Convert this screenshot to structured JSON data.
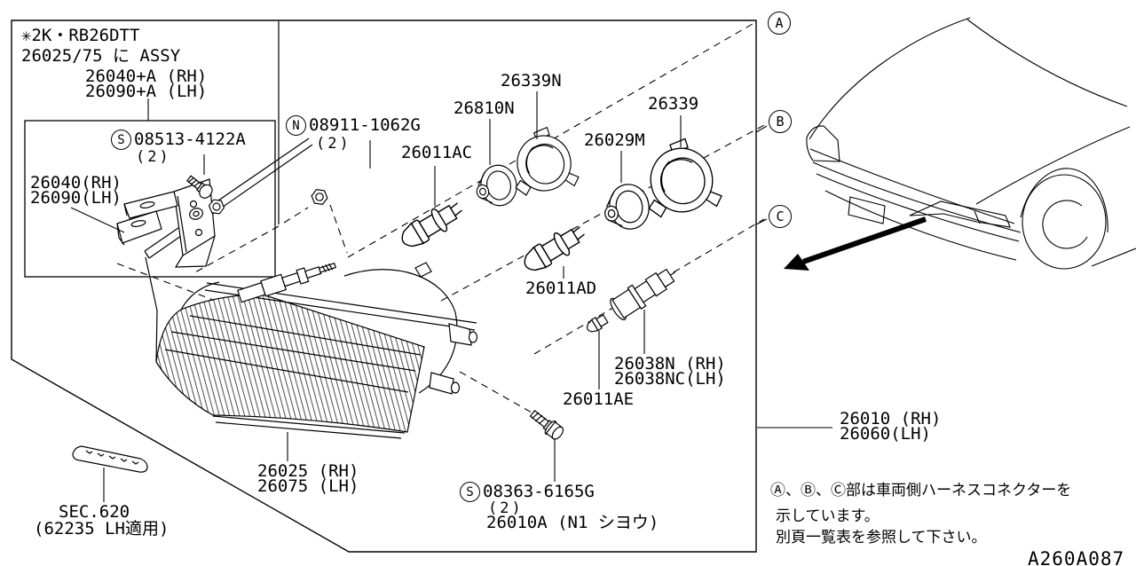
{
  "page": {
    "code": "A260A087"
  },
  "header": {
    "line1": "✳2K・RB26DTT",
    "line2": "26025/75 に ASSY",
    "assy_rh": "26040+A (RH)",
    "assy_lh": "26090+A (LH)"
  },
  "bracket_box": {
    "screw_sym": "S",
    "screw_no": "08513-4122A",
    "screw_qty": "(2)",
    "part_rh": "26040(RH)",
    "part_lh": "26090(LH)"
  },
  "nut": {
    "sym": "N",
    "no": "08911-1062G",
    "qty": "(2)"
  },
  "parts": {
    "p26011ac": "26011AC",
    "p26810n": "26810N",
    "p26339n": "26339N",
    "p26029m": "26029M",
    "p26339": "26339",
    "p26011ad": "26011AD",
    "p26038n_rh": "26038N (RH)",
    "p26038nc_lh": "26038NC(LH)",
    "p26011ae": "26011AE"
  },
  "lamp_screw": {
    "sym": "S",
    "no": "08363-6165G",
    "qty": "(2)",
    "usage": "26010A (N1 シヨウ)"
  },
  "lens": {
    "rh": "26025 (RH)",
    "lh": "26075 (LH)"
  },
  "sec": {
    "line1": "SEC.620",
    "line2": "(62235 LH適用)"
  },
  "assembly": {
    "rh": "26010 (RH)",
    "lh": "26060(LH)"
  },
  "connectors": {
    "a": "A",
    "b": "B",
    "c": "C"
  },
  "note": {
    "line1": "Ⓐ、Ⓑ、Ⓒ部は車両側ハーネスコネクターを",
    "line2": "示しています。",
    "line3": "別頁一覧表を参照して下さい。"
  }
}
